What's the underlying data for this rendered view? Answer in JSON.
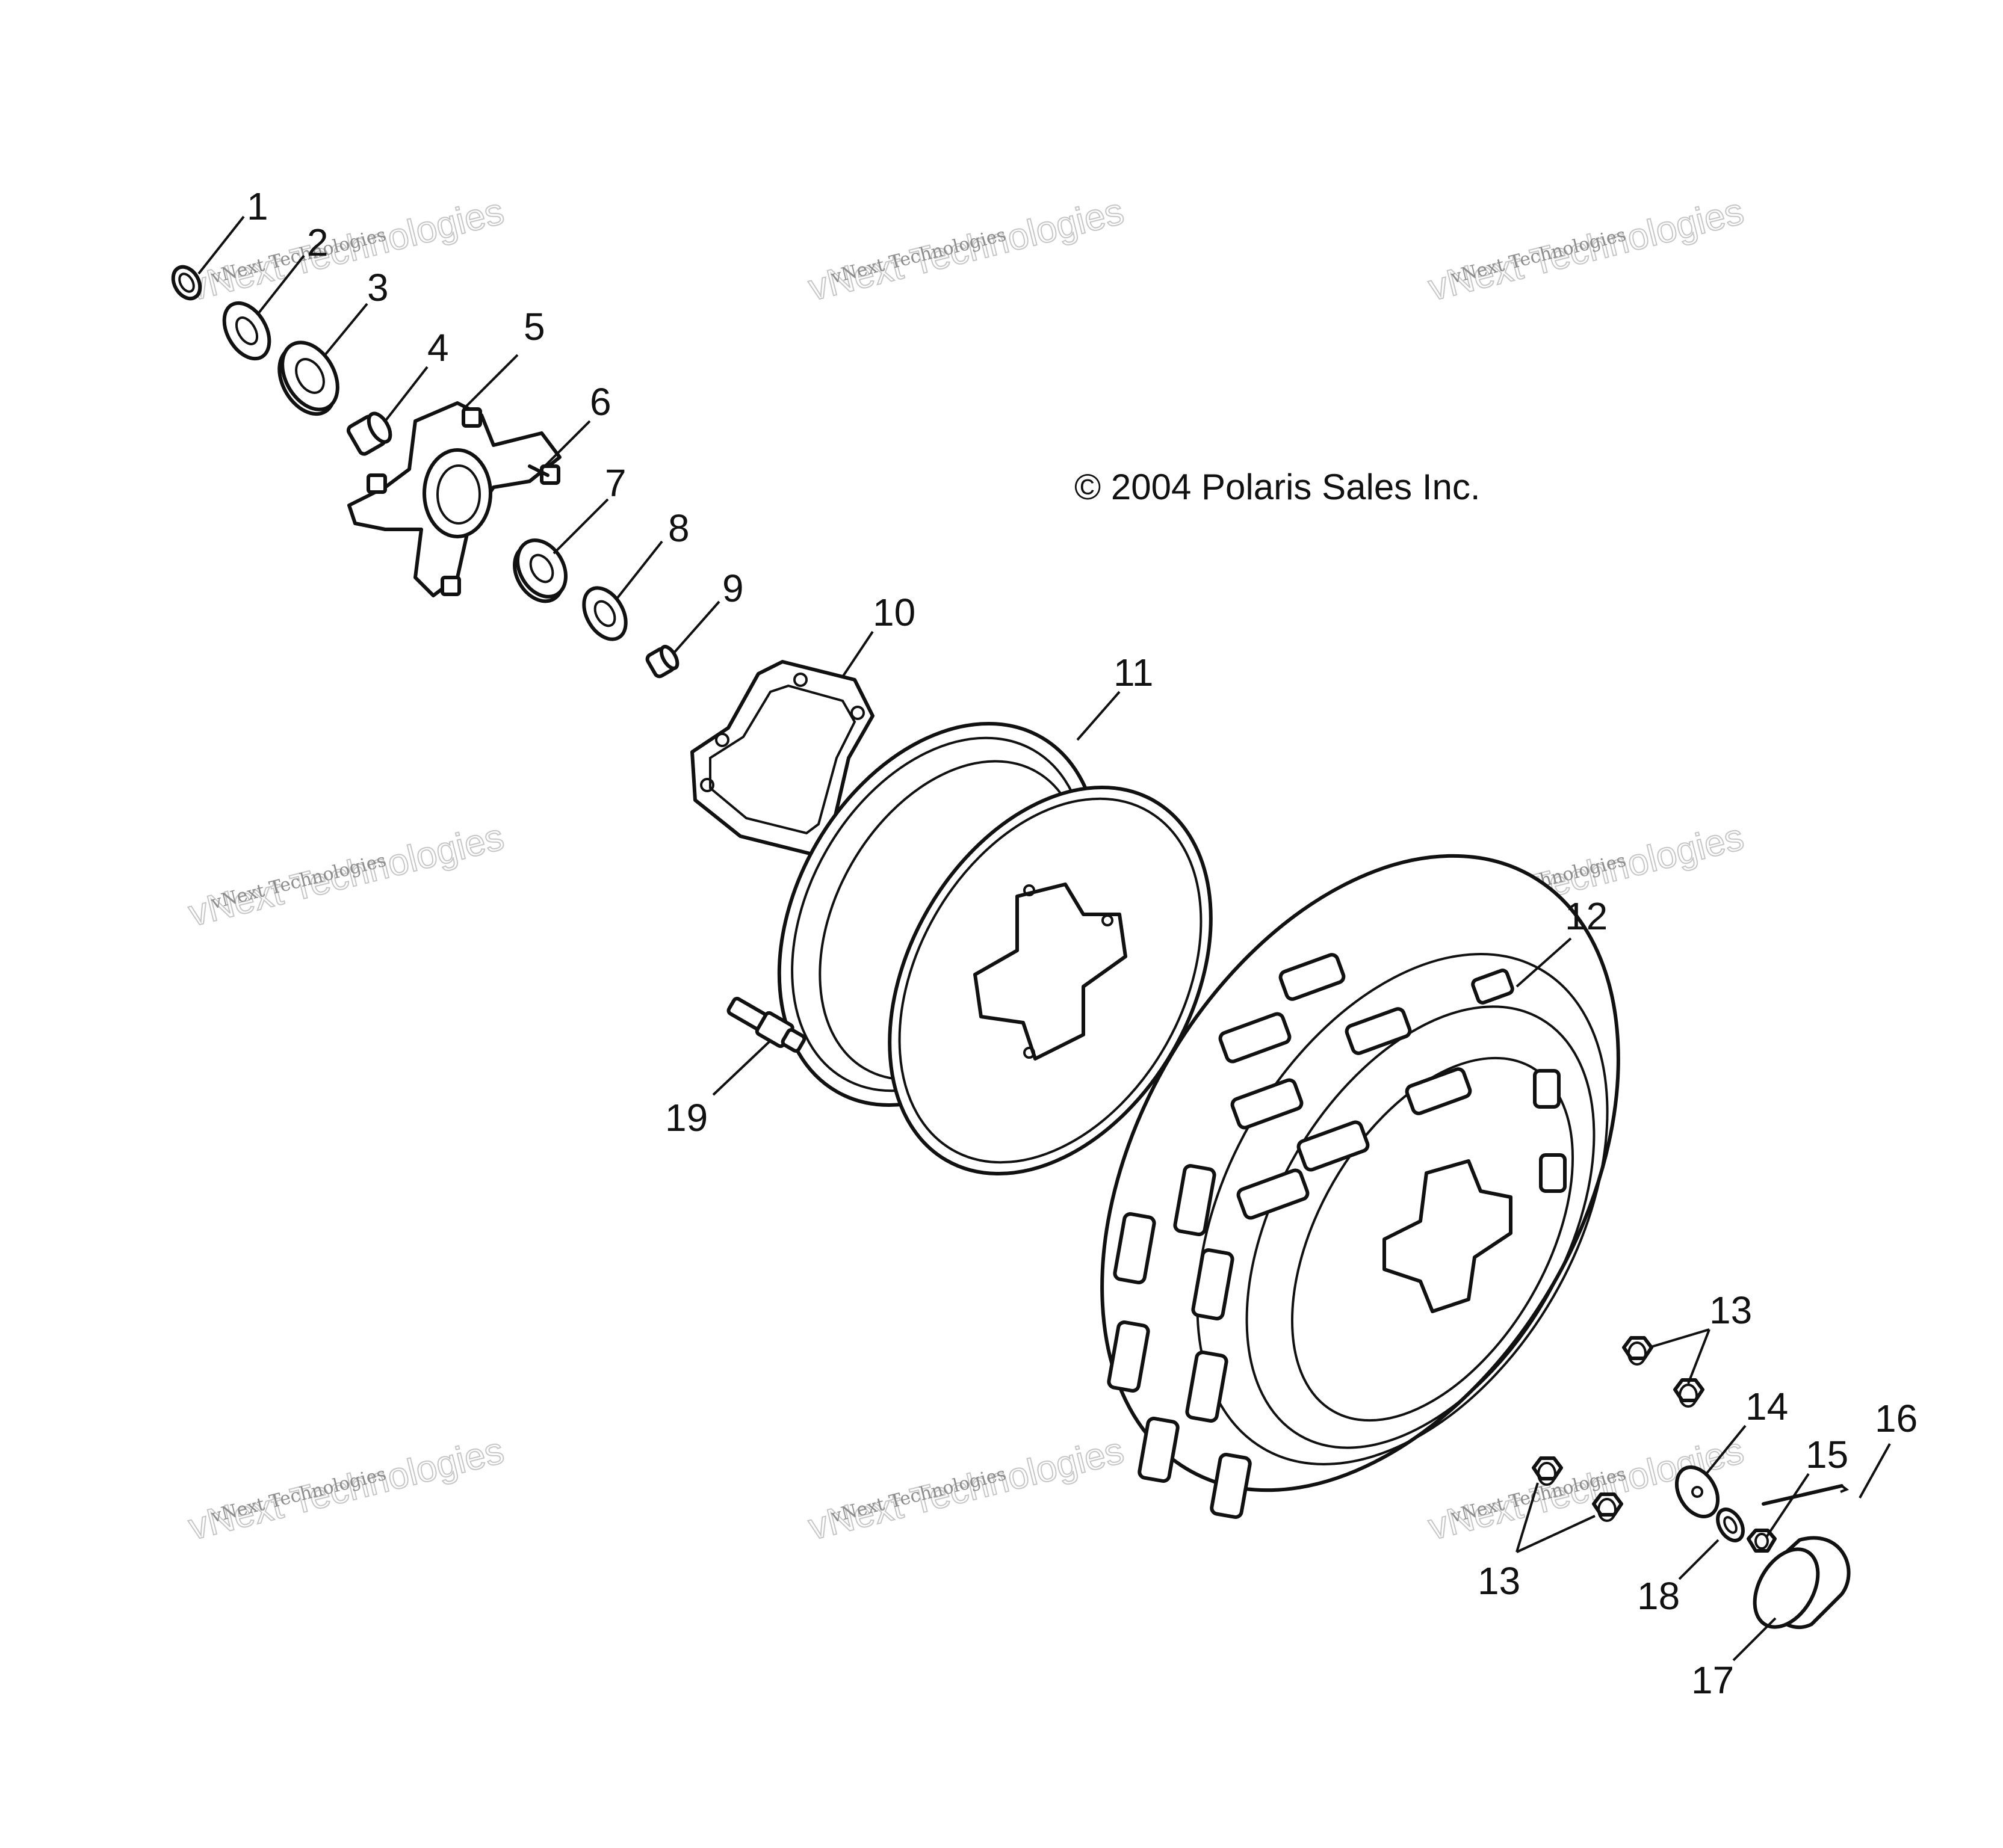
{
  "copyright": "© 2004 Polaris Sales Inc.",
  "watermark": {
    "line1": "vNext Technologies",
    "line2": "vNext Technologies"
  },
  "callouts": {
    "c1": "1",
    "c2": "2",
    "c3": "3",
    "c4": "4",
    "c5": "5",
    "c6": "6",
    "c7": "7",
    "c8": "8",
    "c9": "9",
    "c10": "10",
    "c11": "11",
    "c12": "12",
    "c13a": "13",
    "c13b": "13",
    "c14": "14",
    "c15": "15",
    "c16": "16",
    "c17": "17",
    "c18": "18",
    "c19": "19"
  },
  "colors": {
    "line": "#111111",
    "background": "#ffffff",
    "watermark": "#bbbbbb"
  }
}
